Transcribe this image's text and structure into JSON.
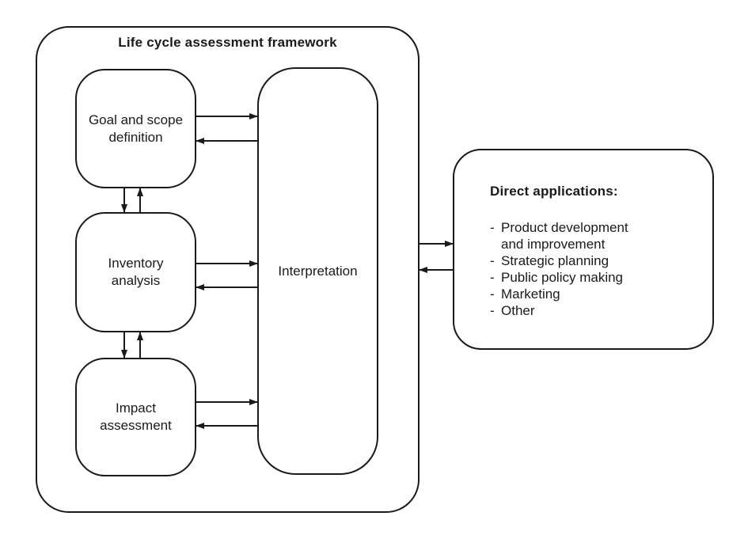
{
  "framework": {
    "title": "Life cycle assessment framework",
    "phases": [
      {
        "id": "goal-and-scope",
        "label": "Goal and scope\ndefinition"
      },
      {
        "id": "inventory-analysis",
        "label": "Inventory\nanalysis"
      },
      {
        "id": "impact-assessment",
        "label": "Impact\nassessment"
      }
    ],
    "interpretation_label": "Interpretation"
  },
  "applications": {
    "heading": "Direct applications:",
    "bullet": "-",
    "items": [
      "Product development\nand improvement",
      "Strategic planning",
      "Public policy making",
      "Marketing",
      "Other"
    ]
  },
  "colors": {
    "line": "#1a1a1a",
    "background": "#ffffff"
  }
}
